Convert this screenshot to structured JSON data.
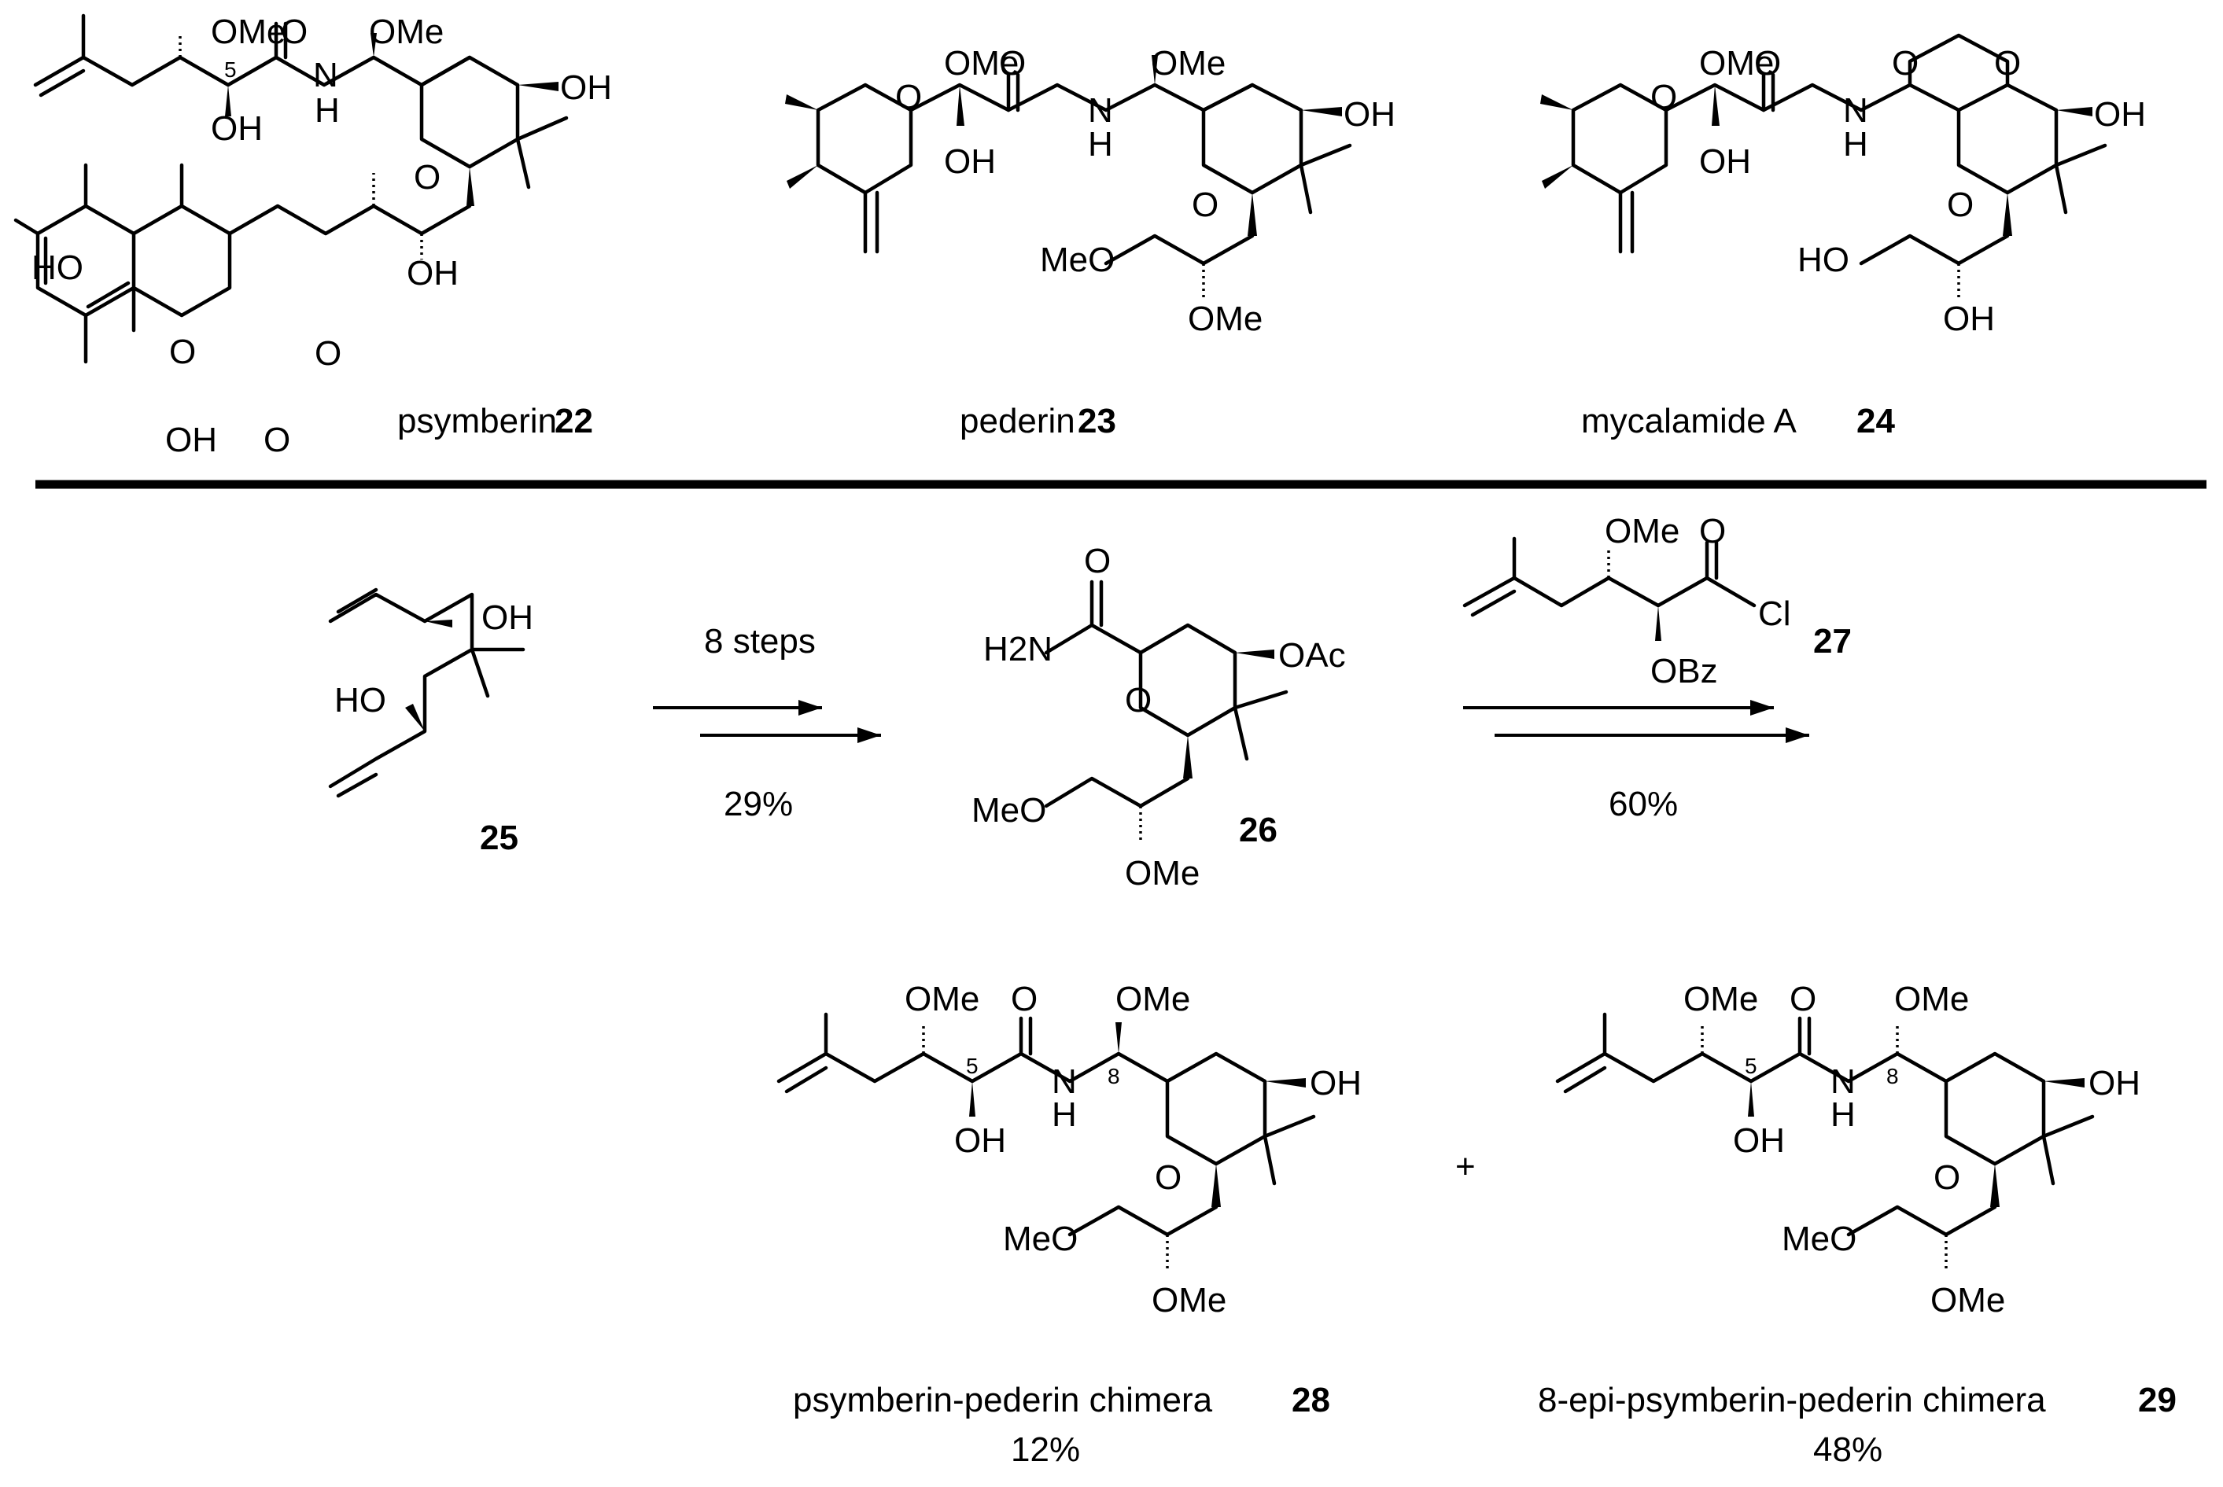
{
  "compounds": {
    "c22": {
      "name": "psymberin",
      "number": "22"
    },
    "c23": {
      "name": "pederin",
      "number": "23"
    },
    "c24": {
      "name": "mycalamide A",
      "number": "24"
    },
    "c25": {
      "number": "25"
    },
    "c26": {
      "number": "26"
    },
    "c27": {
      "number": "27"
    },
    "c28": {
      "name": "psymberin-pederin chimera",
      "number": "28",
      "yield": "12%"
    },
    "c29": {
      "name": "8-epi-psymberin-pederin chimera",
      "number": "29",
      "yield": "48%"
    }
  },
  "arrows": {
    "step1": {
      "above": "8 steps",
      "below": "29%"
    },
    "step2": {
      "below": "60%"
    }
  },
  "plus": "+",
  "atoms": {
    "ome": "OMe",
    "oh": "OH",
    "o": "O",
    "n": "N",
    "h": "H",
    "ho": "HO",
    "meo": "MeO",
    "oac": "OAc",
    "obz": "OBz",
    "cl": "Cl",
    "h2n": "H2N",
    "c5": "5",
    "c8": "8"
  }
}
